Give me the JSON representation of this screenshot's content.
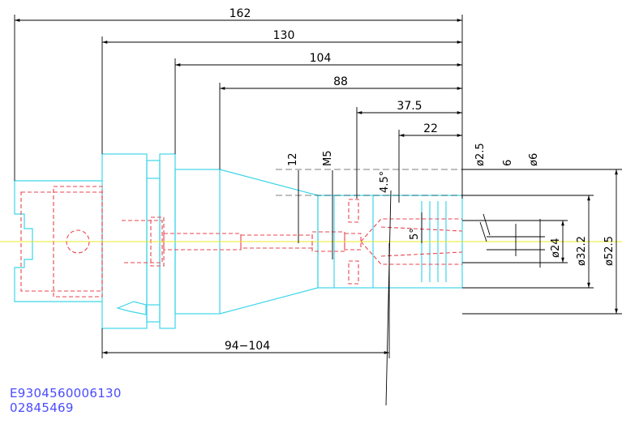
{
  "colors": {
    "outline": "#3fd6e8",
    "hidden": "#e8454f",
    "dimension": "#000000",
    "centerline": "#e9e92a",
    "part_code_text": "#4b4bff"
  },
  "dimensions": {
    "overall_162": "162",
    "len_130": "130",
    "len_104": "104",
    "len_88": "88",
    "len_37_5": "37.5",
    "len_22": "22",
    "len_12": "12",
    "thread_m5": "M5",
    "angle_4_5": "4.5°",
    "angle_5": "5°",
    "dia_2_5": "ø2.5",
    "len_6": "6",
    "dia_6": "ø6",
    "dia_24": "ø24",
    "dia_32_2": "ø32.2",
    "dia_52_5": "ø52.5",
    "range_94_104": "94−104"
  },
  "part_codes": {
    "code_1": "E9304560006130",
    "code_2": "02845469"
  }
}
